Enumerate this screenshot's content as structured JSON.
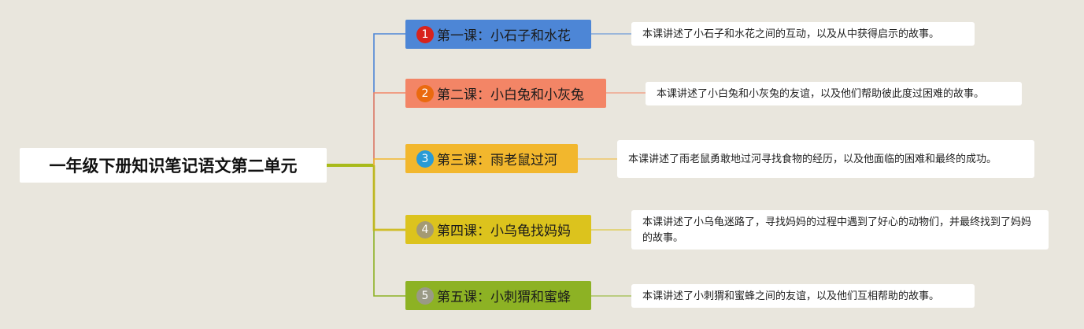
{
  "root": {
    "title": "一年级下册知识笔记语文第二单元",
    "color": "#a8ba1a"
  },
  "lessons": [
    {
      "badge": "1",
      "title": "第一课：小石子和水花",
      "desc": "本课讲述了小石子和水花之间的互动，以及从中获得启示的故事。",
      "color": "#4d86d6",
      "badge_color": "#d8231d"
    },
    {
      "badge": "2",
      "title": "第二课：小白兔和小灰兔",
      "desc": "本课讲述了小白兔和小灰兔的友谊，以及他们帮助彼此度过困难的故事。",
      "color": "#f38566",
      "badge_color": "#ea6a0f"
    },
    {
      "badge": "3",
      "title": "第三课：雨老鼠过河",
      "desc": "本课讲述了雨老鼠勇敢地过河寻找食物的经历，以及他面临的困难和最终的成功。",
      "color": "#f2b72d",
      "badge_color": "#2a9bd6"
    },
    {
      "badge": "4",
      "title": "第四课：小乌龟找妈妈",
      "desc": "本课讲述了小乌龟迷路了，寻找妈妈的过程中遇到了好心的动物们，并最终找到了妈妈的故事。",
      "color": "#dcc31d",
      "badge_color": "#a49a73"
    },
    {
      "badge": "5",
      "title": "第五课：小刺猬和蜜蜂",
      "desc": "本课讲述了小刺猬和蜜蜂之间的友谊，以及他们互相帮助的故事。",
      "color": "#8db224",
      "badge_color": "#9a9a86"
    }
  ]
}
